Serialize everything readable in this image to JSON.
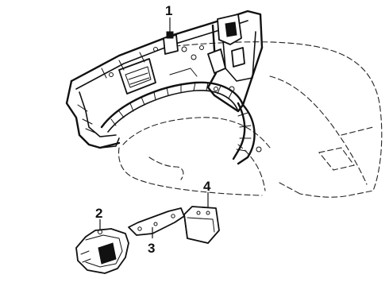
{
  "callouts": {
    "c1": "1",
    "c2": "2",
    "c3": "3",
    "c4": "4"
  },
  "colors": {
    "line": "#111111",
    "background": "#ffffff"
  }
}
